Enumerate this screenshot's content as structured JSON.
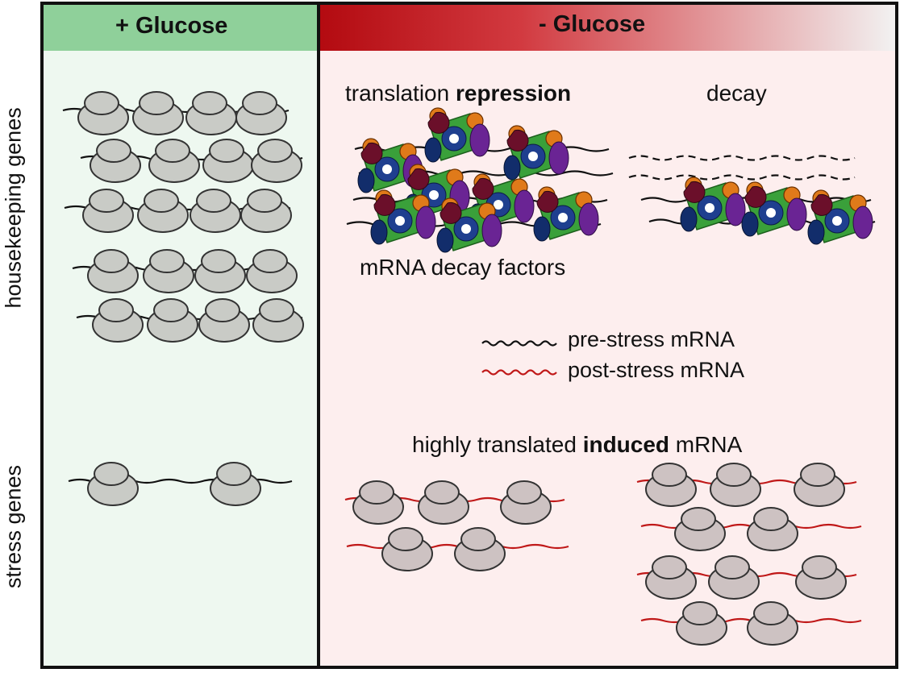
{
  "headers": {
    "plus_glucose": "+ Glucose",
    "minus_glucose": "- Glucose"
  },
  "row_labels": {
    "housekeeping": "housekeeping genes",
    "stress": "stress genes"
  },
  "repression": {
    "title_plain": "translation ",
    "title_bold": "repression",
    "caption": "mRNA decay factors"
  },
  "decay": {
    "title": "decay"
  },
  "legend": {
    "pre_stress": "pre-stress mRNA",
    "post_stress": "post-stress mRNA"
  },
  "induced": {
    "title_plain": "highly translated ",
    "title_bold": "induced",
    "title_end": " mRNA"
  },
  "colors": {
    "plus_panel_bg": "#eef8f0",
    "plus_header": "#8fd09a",
    "minus_panel_bg": "#fdeeee",
    "minus_header_start": "#b30a10",
    "minus_header_end": "#f2f2f2",
    "ribosome_gray": "#c9cbc6",
    "ribosome_induced": "#cdc2c2",
    "pre_stress_mrna": "#111111",
    "post_stress_mrna": "#c01818"
  },
  "icons": [
    "ribosome-icon",
    "mrna-strand-icon",
    "decay-factor-complex-icon",
    "pacman-icon"
  ]
}
